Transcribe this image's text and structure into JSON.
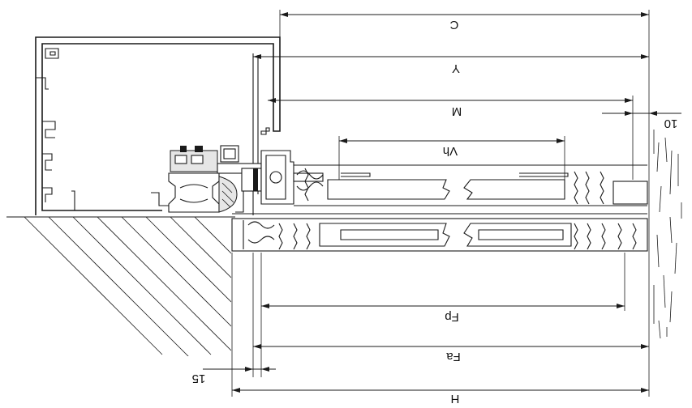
{
  "dimensions": {
    "C": "C",
    "Y": "Y",
    "M": "M",
    "Vh": "Vh",
    "ten": "10",
    "Fp": "Fp",
    "Fa": "Fa",
    "fifteen": "15",
    "H": "H"
  }
}
